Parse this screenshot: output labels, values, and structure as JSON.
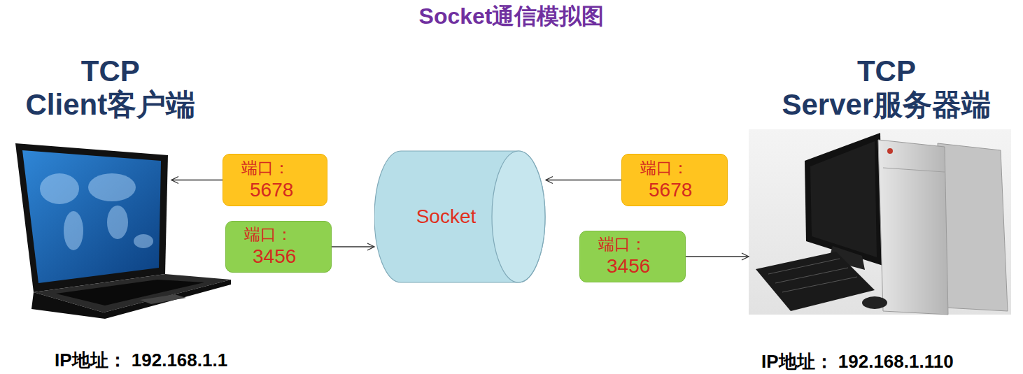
{
  "diagram": {
    "title": "Socket通信模拟图",
    "nodes": [
      {
        "text": [
          "TCP Client客户端",
          "IP地址： 192.168.1.1"
        ]
      },
      {
        "text": [
          "端口：",
          "5678"
        ]
      },
      {
        "text": [
          "端口：",
          "3456"
        ]
      },
      {
        "text": [
          "Socket"
        ]
      },
      {
        "text": [
          "端口：",
          "5678"
        ]
      },
      {
        "text": [
          "端口：",
          "3456"
        ]
      },
      {
        "text": [
          "TCP Server服务器端",
          "IP地址： 192.168.1.110"
        ]
      }
    ],
    "edges": [
      {
        "from": 1,
        "to": 0,
        "arrow": "to"
      },
      {
        "from": 2,
        "to": 3,
        "arrow": "to"
      },
      {
        "from": 4,
        "to": 3,
        "arrow": "to"
      },
      {
        "from": 5,
        "to": 6,
        "arrow": "to"
      }
    ]
  }
}
